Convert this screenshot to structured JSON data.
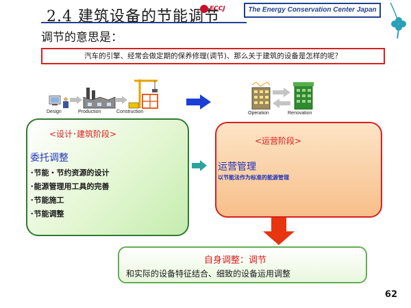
{
  "header": {
    "title": "2.4  建筑设备的节能调节",
    "logo_text": "ECCJ",
    "org_name": "The Energy Conservation Center Japan"
  },
  "subtitle": "调节的意思是：",
  "question": "汽车的引擎、经常会做定期的保养修理(调节)、那么关于建筑的设备是怎样的呢？",
  "phases": {
    "design": "Design",
    "production": "Production",
    "construction": "Construction",
    "operation": "Operation",
    "renovation": "Renovation"
  },
  "left_box": {
    "heading": "<设计･建筑阶段>",
    "title": "委托调整",
    "items": [
      "･节能・节约资源的设计",
      "･能源管理用工具的完善",
      "･节能施工",
      "･节能调整"
    ]
  },
  "right_box": {
    "heading": "<运营阶段>",
    "title": "运营管理",
    "subtitle": "以节能法作为标准的能源管理"
  },
  "bottom_box": {
    "title": "自身调整：调节",
    "text": "和实际的设备特征结合、细致的设备运用调整"
  },
  "page_number": "62",
  "colors": {
    "brand_blue": "#1f3f8f",
    "accent_red": "#d81e1e",
    "green_border": "#2e7a2e",
    "arrow_blue": "#1a3fd6",
    "arrow_teal": "#2aa39a",
    "arrow_red": "#e8340f"
  }
}
